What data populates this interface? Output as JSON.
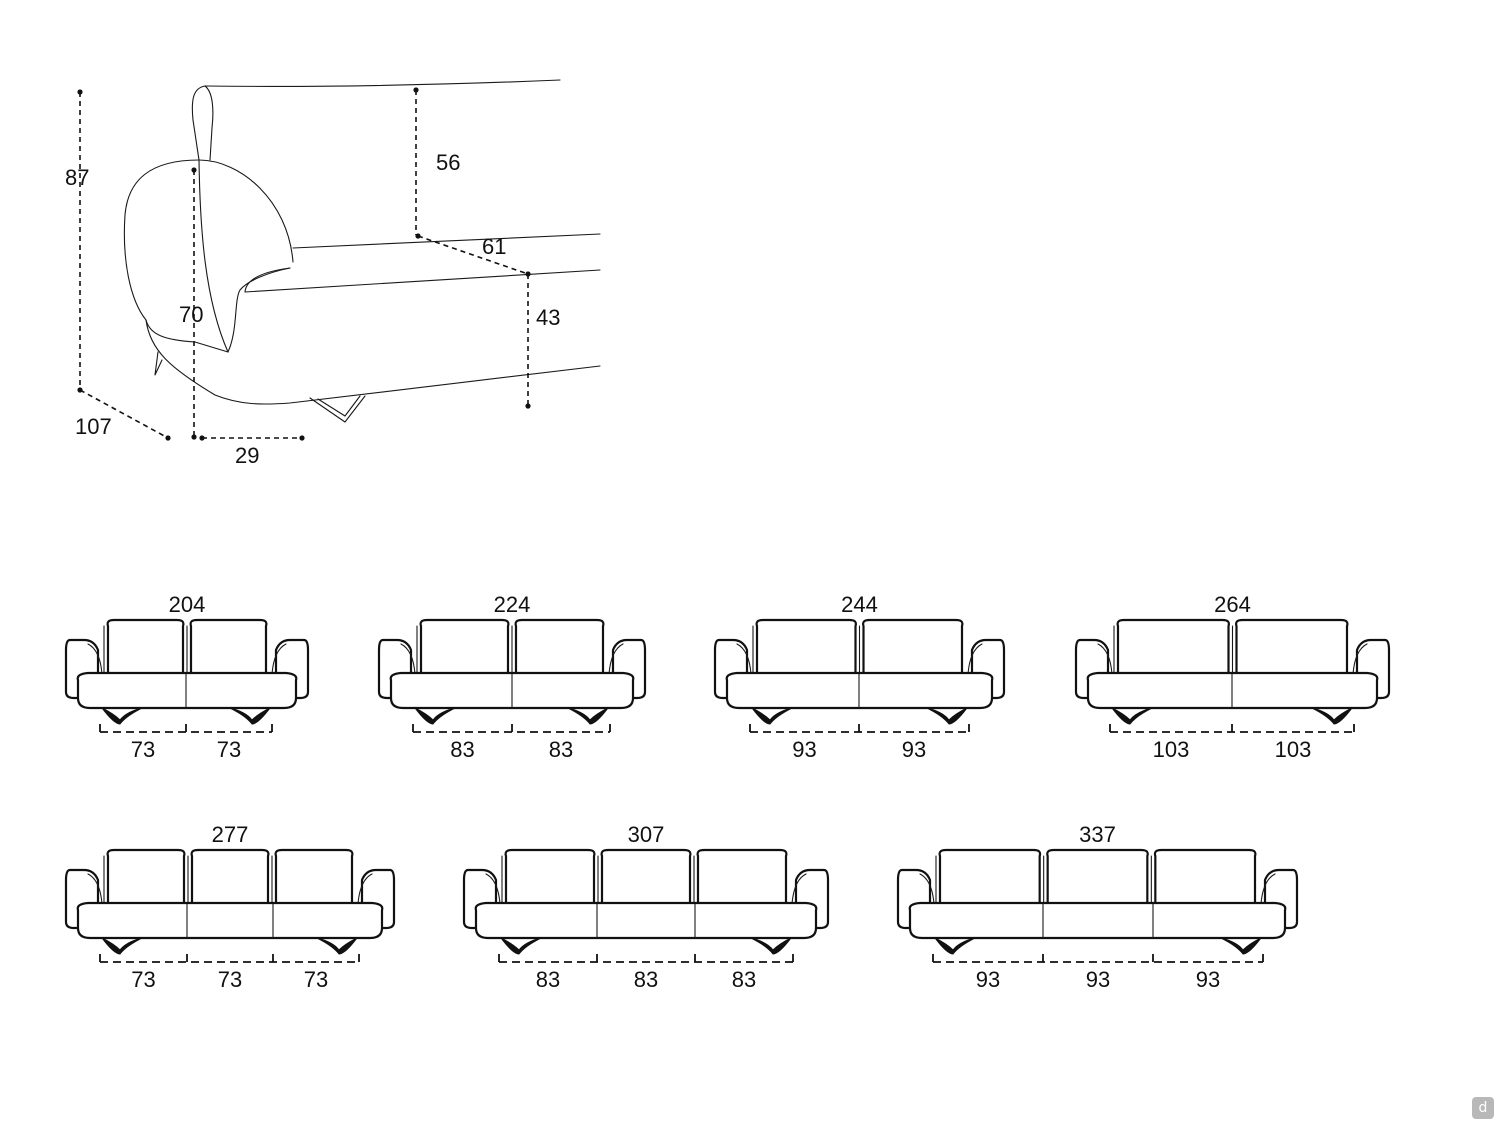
{
  "detail_dimensions": {
    "total_height": "87",
    "backrest_height": "56",
    "seat_depth": "61",
    "seat_height": "43",
    "armrest_height": "70",
    "total_depth": "107",
    "armrest_width": "29"
  },
  "sofas": [
    {
      "total_width": "204",
      "seat_widths": [
        "73",
        "73"
      ]
    },
    {
      "total_width": "224",
      "seat_widths": [
        "83",
        "83"
      ]
    },
    {
      "total_width": "244",
      "seat_widths": [
        "93",
        "93"
      ]
    },
    {
      "total_width": "264",
      "seat_widths": [
        "103",
        "103"
      ]
    },
    {
      "total_width": "277",
      "seat_widths": [
        "73",
        "73",
        "73"
      ]
    },
    {
      "total_width": "307",
      "seat_widths": [
        "83",
        "83",
        "83"
      ]
    },
    {
      "total_width": "337",
      "seat_widths": [
        "93",
        "93",
        "93"
      ]
    }
  ],
  "icons": {
    "corner": "logo-icon"
  },
  "colors": {
    "ink": "#111111",
    "background": "#ffffff",
    "logo": "#b8b8b8"
  }
}
